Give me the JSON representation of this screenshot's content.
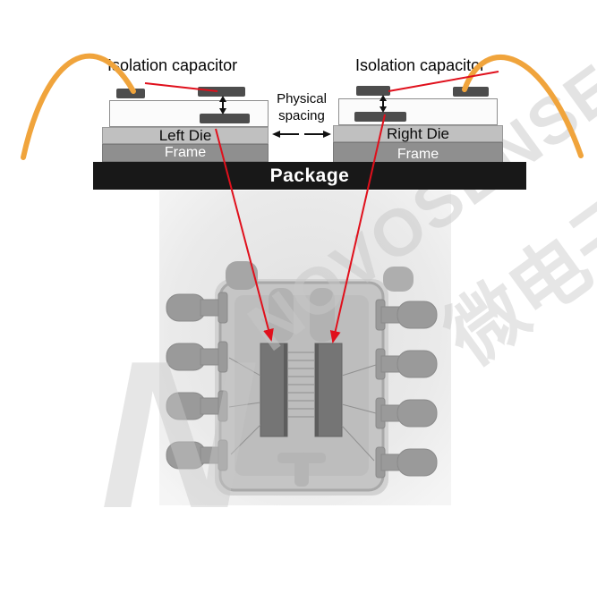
{
  "figure": {
    "schematic": {
      "left_capacitor_label": "Isolation capacitor",
      "right_capacitor_label": "Isolation capacitor",
      "physical_spacing_line1": "Physical",
      "physical_spacing_line2": "spacing",
      "left_die_label": "Left Die",
      "right_die_label": "Right Die",
      "left_frame_label": "Frame",
      "right_frame_label": "Frame",
      "package_label": "Package",
      "colors": {
        "bond_wire": "#F0A43C",
        "annotation_red": "#E0101C",
        "package_fill": "#181818",
        "frame_fill": "#8F8F8F",
        "die_fill": "#C0C0C0",
        "substrate_fill": "#FBFBFB",
        "capacitor_plate": "#4D4D4D"
      }
    },
    "watermark": {
      "logo": "N",
      "brand": "NOVOSENSE",
      "cn": "微电子"
    }
  }
}
